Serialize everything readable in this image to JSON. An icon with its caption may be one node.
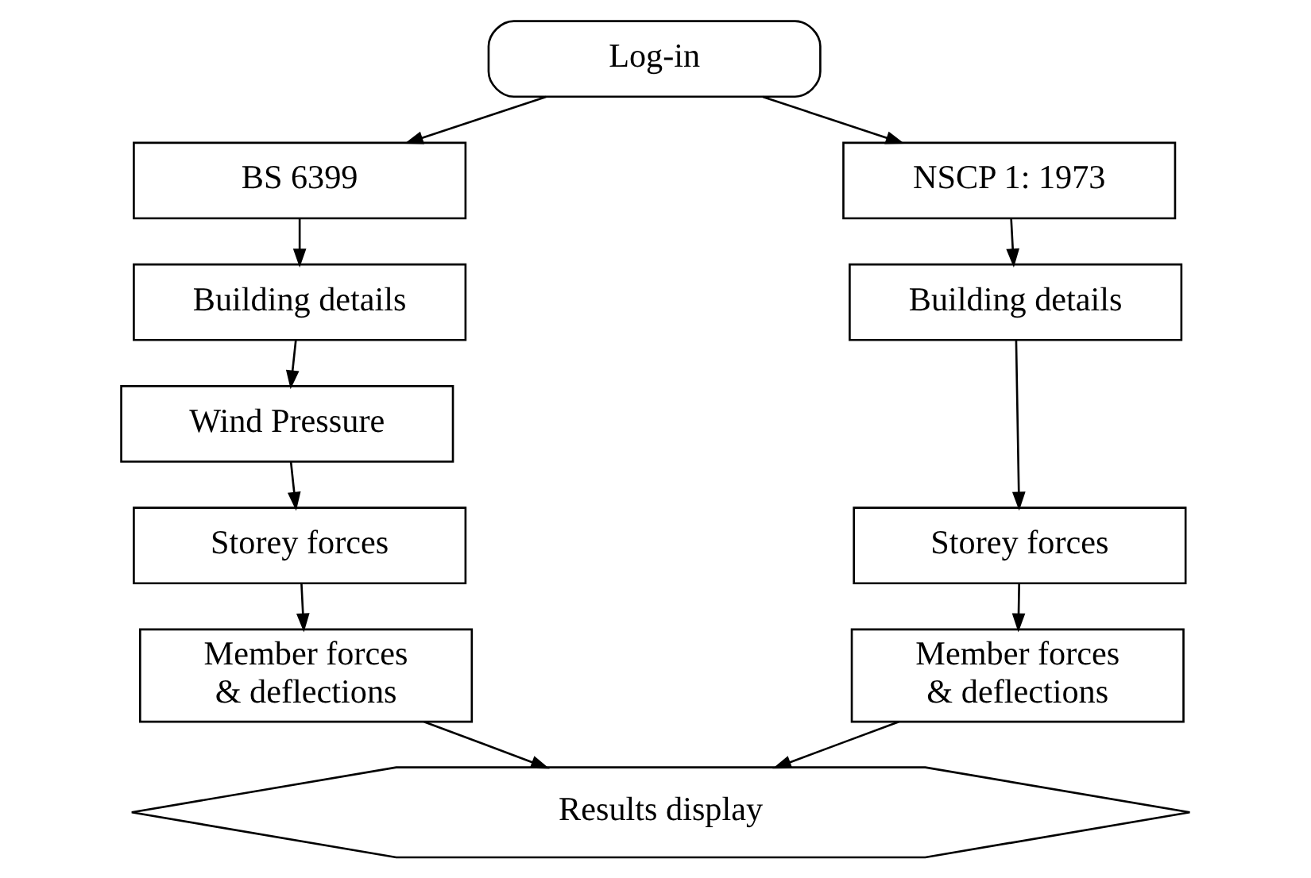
{
  "diagram": {
    "nodes": [
      {
        "text": [
          "Log-in"
        ]
      },
      {
        "text": [
          "BS 6399"
        ]
      },
      {
        "text": [
          "Building details"
        ]
      },
      {
        "text": [
          "Wind Pressure"
        ]
      },
      {
        "text": [
          "Storey forces"
        ]
      },
      {
        "text": [
          "Member forces & deflections"
        ]
      },
      {
        "text": [
          "NSCP 1: 1973"
        ]
      },
      {
        "text": [
          "Building details"
        ]
      },
      {
        "text": [
          "Storey forces"
        ]
      },
      {
        "text": [
          "Member forces & deflections"
        ]
      },
      {
        "text": [
          "Results display"
        ]
      }
    ],
    "edges": [
      {
        "from": 0,
        "to": 1,
        "arrow": "to"
      },
      {
        "from": 0,
        "to": 6,
        "arrow": "to"
      },
      {
        "from": 1,
        "to": 2,
        "arrow": "to"
      },
      {
        "from": 2,
        "to": 3,
        "arrow": "to"
      },
      {
        "from": 3,
        "to": 4,
        "arrow": "to"
      },
      {
        "from": 4,
        "to": 5,
        "arrow": "to"
      },
      {
        "from": 5,
        "to": 10,
        "arrow": "to"
      },
      {
        "from": 6,
        "to": 7,
        "arrow": "to"
      },
      {
        "from": 7,
        "to": 8,
        "arrow": "to"
      },
      {
        "from": 8,
        "to": 9,
        "arrow": "to"
      },
      {
        "from": 9,
        "to": 10,
        "arrow": "to"
      }
    ]
  }
}
